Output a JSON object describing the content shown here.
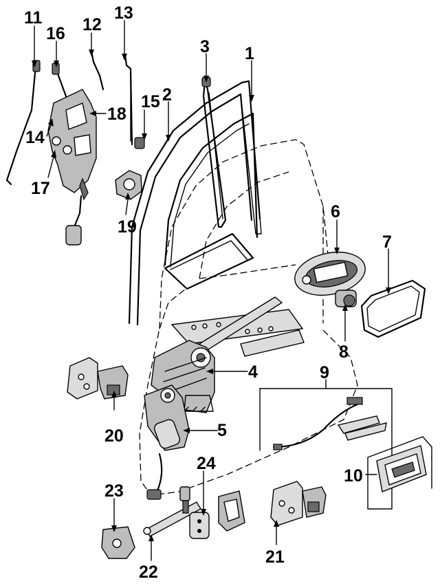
{
  "callouts": [
    {
      "id": "label-1",
      "text": "1"
    },
    {
      "id": "label-2",
      "text": "2"
    },
    {
      "id": "label-3",
      "text": "3"
    },
    {
      "id": "label-4",
      "text": "4"
    },
    {
      "id": "label-5",
      "text": "5"
    },
    {
      "id": "label-6",
      "text": "6"
    },
    {
      "id": "label-7",
      "text": "7"
    },
    {
      "id": "label-8",
      "text": "8"
    },
    {
      "id": "label-9",
      "text": "9"
    },
    {
      "id": "label-10",
      "text": "10"
    },
    {
      "id": "label-11",
      "text": "11"
    },
    {
      "id": "label-12",
      "text": "12"
    },
    {
      "id": "label-13",
      "text": "13"
    },
    {
      "id": "label-14",
      "text": "14"
    },
    {
      "id": "label-15",
      "text": "15"
    },
    {
      "id": "label-16",
      "text": "16"
    },
    {
      "id": "label-17",
      "text": "17"
    },
    {
      "id": "label-18",
      "text": "18"
    },
    {
      "id": "label-19",
      "text": "19"
    },
    {
      "id": "label-20",
      "text": "20"
    },
    {
      "id": "label-21",
      "text": "21"
    },
    {
      "id": "label-22",
      "text": "22"
    },
    {
      "id": "label-23",
      "text": "23"
    },
    {
      "id": "label-24",
      "text": "24"
    }
  ]
}
